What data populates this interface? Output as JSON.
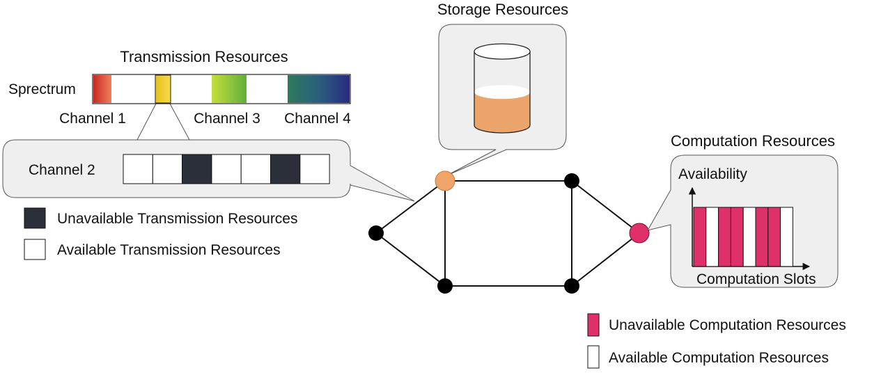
{
  "transmission": {
    "title": "Transmission Resources",
    "spectrum_label": "Sprectrum",
    "channel_labels": [
      "Channel 1",
      "Channel 3",
      "Channel 4"
    ],
    "zoom_label": "Channel 2",
    "channel2_slots": [
      "available",
      "available",
      "unavailable",
      "available",
      "available",
      "unavailable",
      "available"
    ],
    "legend_unavailable": "Unavailable Transmission Resources",
    "legend_available": "Available Transmission Resources"
  },
  "storage": {
    "title": "Storage Resources",
    "fill_level": 0.45
  },
  "computation": {
    "title": "Computation Resources",
    "y_axis_label": "Availability",
    "x_axis_label": "Computation Slots",
    "slots": [
      "unavailable",
      "available",
      "unavailable",
      "unavailable",
      "available",
      "unavailable",
      "unavailable",
      "available"
    ],
    "legend_unavailable": "Unavailable Computation Resources",
    "legend_available": "Available Computation Resources"
  },
  "colors": {
    "unavailable_transmission": "#2b2f3a",
    "unavailable_computation": "#e0306a",
    "storage_node": "#f0a46a",
    "storage_liquid": "#eba46a",
    "computation_node": "#e0306a",
    "generic_node": "#000000",
    "callout_bg": "#efefef"
  }
}
